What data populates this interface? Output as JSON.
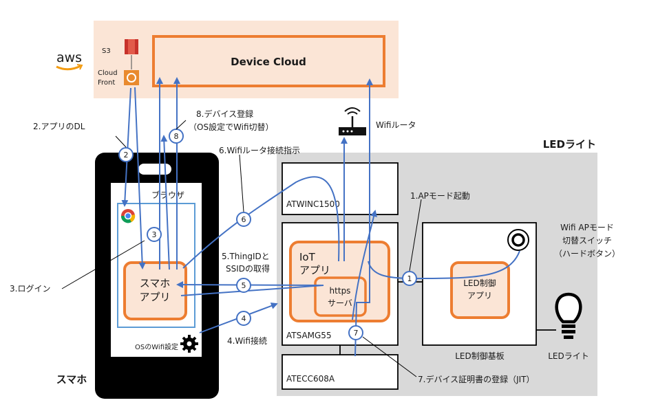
{
  "aws": {
    "logo": "aws",
    "s3": "S3",
    "cloudfront_1": "Cloud",
    "cloudfront_2": "Front"
  },
  "device_cloud": "Device Cloud",
  "phone": {
    "browser": "ブラウザ",
    "app_1": "スマホ",
    "app_2": "アプリ",
    "wifi_setting": "OSのWifi設定",
    "caption": "スマホ"
  },
  "led_light": {
    "title": "LEDライト",
    "atwinc": "ATWINC1500",
    "atsamg": "ATSAMG55",
    "atecc": "ATECC608A",
    "iot_1": "IoT",
    "iot_2": "アプリ",
    "https_1": "https",
    "https_2": "サーバ",
    "led_app_1": "LED制御",
    "led_app_2": "アプリ",
    "led_board": "LED制御基板",
    "bulb": "LEDライト",
    "switch_1": "Wifi APモード",
    "switch_2": "切替スイッチ",
    "switch_3": "（ハードボタン）"
  },
  "router": "Wifiルータ",
  "steps": {
    "s1": "1.APモード起動",
    "s2": "2.アプリのDL",
    "s3": "3.ログイン",
    "s4": "4.Wifi接続",
    "s5a": "5.ThingIDと",
    "s5b": "SSIDの取得",
    "s6": "6.Wifiルータ接続指示",
    "s7": "7.デバイス証明書の登録（JIT）",
    "s8a": "8.デバイス登録",
    "s8b": "（OS設定でWifi切替）"
  },
  "badges": [
    "1",
    "2",
    "3",
    "4",
    "5",
    "6",
    "7",
    "8"
  ],
  "colors": {
    "arrow": "#4472c4",
    "orange": "#ed7d31",
    "peach": "#fbe5d6",
    "gray": "#d9d9d9",
    "browser": "#5b9bd5"
  },
  "icons": [
    "aws-logo-icon",
    "s3-icon",
    "cloudfront-icon",
    "router-icon",
    "chrome-icon",
    "gear-icon",
    "switch-icon",
    "bulb-icon"
  ]
}
